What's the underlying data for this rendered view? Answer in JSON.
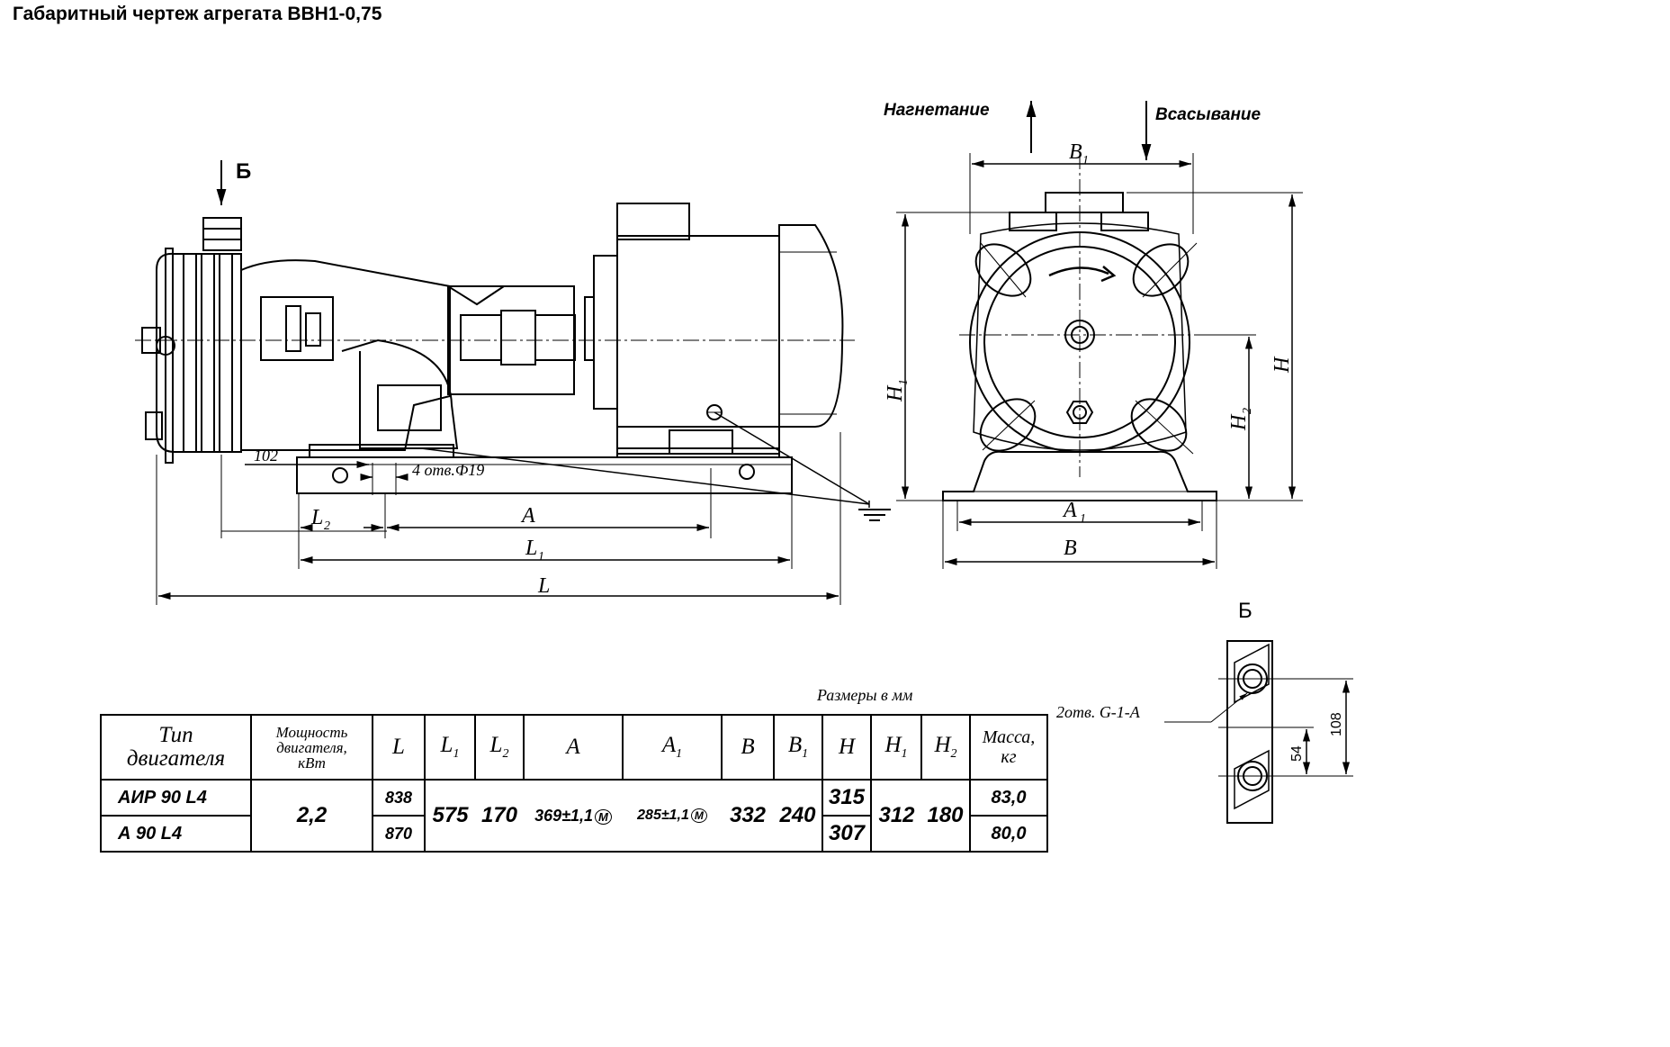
{
  "title": "Габаритный чертеж агрегата ВВН1-0,75",
  "side_view": {
    "view_mark": "Б",
    "dim_102": "102",
    "holes_note": "4 отв.Ф19",
    "dim_L2": "L",
    "dim_L2_sub": "2",
    "dim_A": "A",
    "dim_L1": "L",
    "dim_L1_sub": "1",
    "dim_L": "L"
  },
  "end_view": {
    "discharge_label": "Нагнетание",
    "suction_label": "Всасывание",
    "dim_B1": "B",
    "dim_B1_sub": "1",
    "dim_H1": "H",
    "dim_H1_sub": "1",
    "dim_H2": "H",
    "dim_H2_sub": "2",
    "dim_H": "H",
    "dim_A1": "A",
    "dim_A1_sub": "1",
    "dim_B": "B"
  },
  "detail_view": {
    "view_mark": "Б",
    "holes_note": "2отв. G-1-A",
    "dim_108": "108",
    "dim_54": "54"
  },
  "units_note": "Размеры в мм",
  "table": {
    "headers": {
      "motor_type_1": "Тип",
      "motor_type_2": "двигателя",
      "power_1": "Мощность",
      "power_2": "двигателя,",
      "power_3": "кВт",
      "L": "L",
      "L1": "L",
      "L1_sub": "1",
      "L2": "L",
      "L2_sub": "2",
      "A": "A",
      "A1": "A",
      "A1_sub": "1",
      "B": "B",
      "B1": "B",
      "B1_sub": "1",
      "H": "H",
      "H1": "H",
      "H1_sub": "1",
      "H2": "H",
      "H2_sub": "2",
      "mass_1": "Масса,",
      "mass_2": "кг"
    },
    "rows": [
      {
        "motor": "АИР 90 L4",
        "L": "838",
        "H": "315",
        "mass": "83,0"
      },
      {
        "motor": "А 90 L4",
        "L": "870",
        "H": "307",
        "mass": "80,0"
      }
    ],
    "shared": {
      "power": "2,2",
      "L1": "575",
      "L2": "170",
      "A": "369±1,1",
      "A_mark": "M",
      "A1": "285±1,1",
      "A1_mark": "M",
      "B": "332",
      "B1": "240",
      "H1": "312",
      "H2": "180"
    }
  }
}
